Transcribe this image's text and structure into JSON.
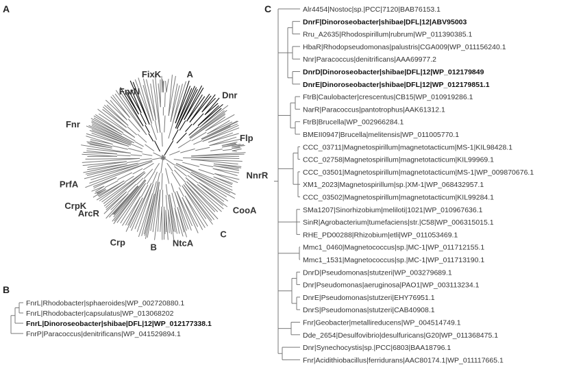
{
  "panels": {
    "A": {
      "letter": "A",
      "clades": [
        {
          "name": "FnrN",
          "angle": -117,
          "r": 108
        },
        {
          "name": "FixK",
          "angle": -98,
          "r": 122
        },
        {
          "name": "A",
          "angle": -72,
          "r": 127
        },
        {
          "name": "Dnr",
          "angle": -43,
          "r": 133
        },
        {
          "name": "Flp",
          "angle": -13,
          "r": 125
        },
        {
          "name": "NnrR",
          "angle": 11,
          "r": 140
        },
        {
          "name": "CooA",
          "angle": 33,
          "r": 142
        },
        {
          "name": "C",
          "angle": 52,
          "r": 143
        },
        {
          "name": "NtcA",
          "angle": 77,
          "r": 129
        },
        {
          "name": "B",
          "angle": 96,
          "r": 132
        },
        {
          "name": "Crp",
          "angle": 118,
          "r": 141
        },
        {
          "name": "ArcR",
          "angle": 143,
          "r": 136
        },
        {
          "name": "CrpK",
          "angle": 151,
          "r": 146
        },
        {
          "name": "PrfA",
          "angle": 164,
          "r": 143
        },
        {
          "name": "Fnr",
          "angle": -160,
          "r": 140
        }
      ],
      "highlight_sectors": [
        {
          "from": -72,
          "to": -40
        },
        {
          "from": -123,
          "to": -111
        }
      ]
    },
    "B": {
      "letter": "B",
      "leaves": [
        {
          "label": "FnrL|Rhodobacter|sphaeroides|WP_002720880.1",
          "bold": false
        },
        {
          "label": "FnrL|Rhodobacter|capsulatus|WP_013068202",
          "bold": false
        },
        {
          "label": "FnrL|Dinoroseobacter|shibae|DFL|12|WP_012177338.1",
          "bold": true
        },
        {
          "label": "FnrP|Paracoccus|denitrificans|WP_041529894.1",
          "bold": false
        }
      ]
    },
    "C": {
      "letter": "C",
      "leaves": [
        {
          "label": "Alr4454|Nostoc|sp.|PCC|7120|BAB76153.1",
          "bold": false
        },
        {
          "label": "DnrF|Dinoroseobacter|shibae|DFL|12|ABV95003",
          "bold": true
        },
        {
          "label": "Rru_A2635|Rhodospirillum|rubrum|WP_011390385.1",
          "bold": false
        },
        {
          "label": "HbaR|Rhodopseudomonas|palustris|CGA009|WP_011156240.1",
          "bold": false
        },
        {
          "label": "Nnr|Paracoccus|denitrificans|AAA69977.2",
          "bold": false
        },
        {
          "label": "DnrD|Dinoroseobacter|shibae|DFL|12|WP_012179849",
          "bold": true
        },
        {
          "label": "DnrE|Dinoroseobacter|shibae|DFL|12|WP_012179851.1",
          "bold": true
        },
        {
          "label": "FtrB|Caulobacter|crescentus|CB15|WP_010919286.1",
          "bold": false
        },
        {
          "label": "NarR|Paracoccus|pantotrophus|AAK61312.1",
          "bold": false
        },
        {
          "label": "FtrB|Brucella|WP_002966284.1",
          "bold": false
        },
        {
          "label": "BMEII0947|Brucella|melitensis|WP_011005770.1",
          "bold": false
        },
        {
          "label": "CCC_03711|Magnetospirillum|magnetotacticum|MS-1|KIL98428.1",
          "bold": false
        },
        {
          "label": "CCC_02758|Magnetospirillum|magnetotacticum|KIL99969.1",
          "bold": false
        },
        {
          "label": "CCC_03501|Magnetospirillum|magnetotacticum|MS-1|WP_009870676.1",
          "bold": false
        },
        {
          "label": "XM1_2023|Magnetospirillum|sp.|XM-1|WP_068432957.1",
          "bold": false
        },
        {
          "label": "CCC_03502|Magnetospirillum|magnetotacticum|KIL99284.1",
          "bold": false
        },
        {
          "label": "SMa1207|Sinorhizobium|meliloti|1021|WP_010967636.1",
          "bold": false
        },
        {
          "label": "SinR|Agrobacterium|tumefaciens|str.|C58|WP_006315015.1",
          "bold": false
        },
        {
          "label": "RHE_PD00288|Rhizobium|etli|WP_011053469.1",
          "bold": false
        },
        {
          "label": "Mmc1_0460|Magnetococcus|sp.|MC-1|WP_011712155.1",
          "bold": false
        },
        {
          "label": "Mmc1_1531|Magnetococcus|sp.|MC-1|WP_011713190.1",
          "bold": false
        },
        {
          "label": "DnrD|Pseudomonas|stutzeri|WP_003279689.1",
          "bold": false
        },
        {
          "label": "Dnr|Pseudomonas|aeruginosa|PAO1|WP_003113234.1",
          "bold": false
        },
        {
          "label": "DnrE|Pseudomonas|stutzeri|EHY76951.1",
          "bold": false
        },
        {
          "label": "DnrS|Pseudomonas|stutzeri|CAB40908.1",
          "bold": false
        },
        {
          "label": "Fnr|Geobacter|metallireducens|WP_004514749.1",
          "bold": false
        },
        {
          "label": "Dde_2654|Desulfovibrio|desulfuricans|G20|WP_011368475.1",
          "bold": false
        },
        {
          "label": "Dnr|Synechocystis|sp.|PCC|6803|BAA18796.1",
          "bold": false
        },
        {
          "label": "Fnr|Acidithiobacillus|ferridurans|AAC80174.1|WP_011117665.1",
          "bold": false
        }
      ]
    }
  }
}
